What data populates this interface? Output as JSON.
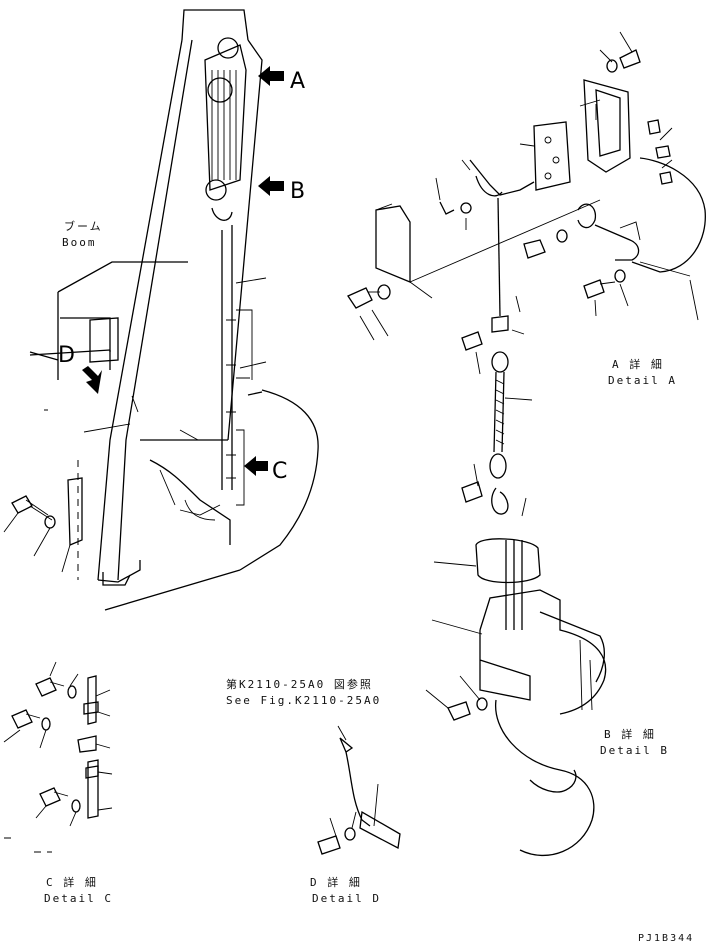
{
  "labels": {
    "boom_ja": "ブーム",
    "boom_en": "Boom",
    "arrow_a": "A",
    "arrow_b": "B",
    "arrow_c": "C",
    "arrow_d": "D",
    "detail_a_ja": "A 詳 細",
    "detail_a_en": "Detail A",
    "detail_b_ja": "B 詳 細",
    "detail_b_en": "Detail B",
    "detail_c_ja": "C 詳 細",
    "detail_c_en": "Detail C",
    "detail_d_ja": "D 詳 細",
    "detail_d_en": "Detail D",
    "see_fig_ja": "第K2110-25A0 図参照",
    "see_fig_en": "See Fig.K2110-25A0",
    "drawing_code": "PJ1B344"
  }
}
